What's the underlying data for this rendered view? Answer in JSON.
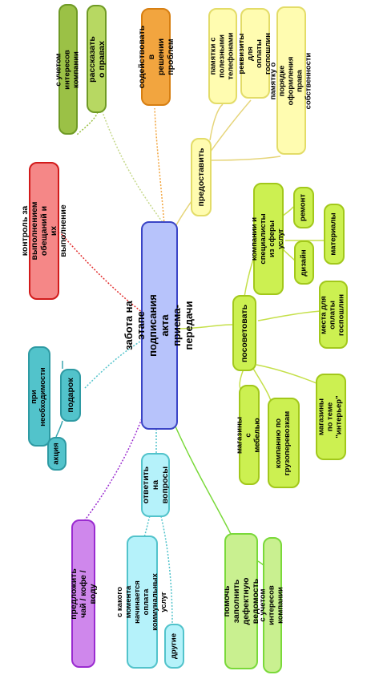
{
  "nodes": {
    "center": {
      "text": "забота на этапе подписания акта\nприема-передачи"
    },
    "rasskazat": {
      "text": "рассказать о правах"
    },
    "s_uchetom_top": {
      "text": "с учетом интересов компании"
    },
    "sodeystvovat": {
      "text": "содействовать в\nрешении проблем"
    },
    "pamyatki": {
      "text": "памятки с полезными\nтелефонами"
    },
    "rekvizity": {
      "text": "реквизиты для\nоплаты госпошлин"
    },
    "pamyatku": {
      "text": "памятку о порядке оформления\nправа собственности"
    },
    "predostavit": {
      "text": "предоставить"
    },
    "kontrol": {
      "text": "контроль за выполнением\nобещаний и их выполнение"
    },
    "kompanii": {
      "text": "компании и специалисты\nиз сферы услуг"
    },
    "remont": {
      "text": "ремонт"
    },
    "materialy": {
      "text": "материалы"
    },
    "dizain": {
      "text": "дизайн"
    },
    "mesta": {
      "text": "места для оплаты\nгоспошлин"
    },
    "posovetovat": {
      "text": "посоветовать"
    },
    "pri_neobh": {
      "text": "при необходимости"
    },
    "podarok": {
      "text": "подарок"
    },
    "akciya": {
      "text": "акция"
    },
    "magaziny_mebel": {
      "text": "магазины с мебелью"
    },
    "gruzoperevozki": {
      "text": "компанию по\nгрузоперевозкам"
    },
    "interier": {
      "text": "магазины по теме\n\"интерьер\""
    },
    "otvetit": {
      "text": "ответить на\nвопросы"
    },
    "predlozhit": {
      "text": "предложить чай / кофе /воду"
    },
    "s_kakogo": {
      "text": "с какого момента начинается\nоплата коммунальных услуг"
    },
    "drugie": {
      "text": "другие"
    },
    "pomoch": {
      "text": "помочь заполнить\nдефектную ведомость"
    },
    "s_uchetom_bottom": {
      "text": "с учетом интересов компании"
    }
  },
  "colors": {
    "olive": "#9bc146",
    "orange": "#f2a53f",
    "yellow": "#fffcb0",
    "red": "#f58787",
    "lime": "#ccf051",
    "teal": "#52c3cb",
    "violet": "#cf87ec",
    "cyan": "#b5f2fa",
    "green": "#c9f090",
    "center": "#b7c3fb"
  }
}
